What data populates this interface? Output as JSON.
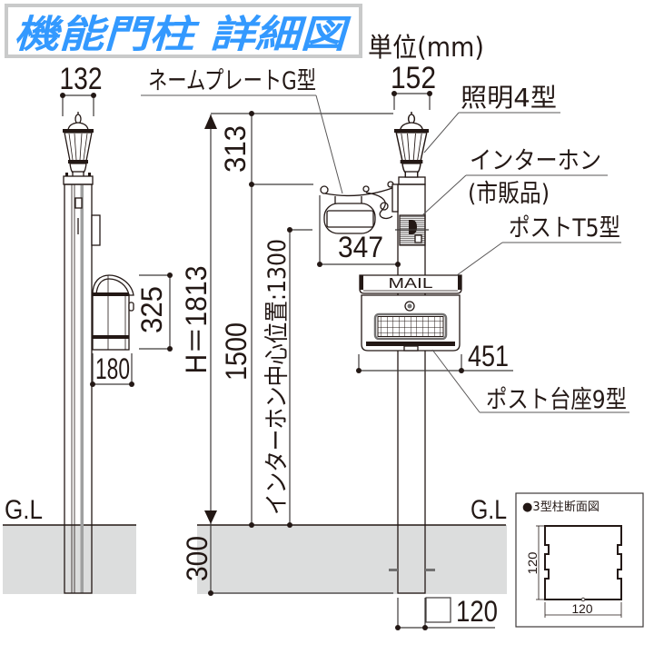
{
  "title": "機能門柱 詳細図",
  "unit_label": "単位(mm)",
  "colors": {
    "title_text": "#3399ff",
    "title_border": "#c9caca",
    "ground_fill": "#dcdddd",
    "line": "#231815"
  },
  "side_view": {
    "lamp_width": "132",
    "mailbox_height": "325",
    "mailbox_depth": "180",
    "ground_level": "G.L"
  },
  "height_dimensions": {
    "total_height": "H＝1813",
    "lamp_section": "313",
    "nameplate_height": "1500",
    "interphone_center": "インターホン中心位置:1300",
    "burial_depth": "300"
  },
  "front_view": {
    "lamp_width": "152",
    "nameplate_width": "347",
    "mailbox_width": "451",
    "post_size": "120",
    "mailbox_text": "MAIL",
    "ground_level": "G.L"
  },
  "callouts": {
    "nameplate": "ネームプレートG型",
    "lighting": "照明4型",
    "interphone": "インターホン",
    "interphone_note": "(市販品)",
    "mailbox": "ポストT5型",
    "mailbox_base": "ポスト台座9型"
  },
  "cross_section": {
    "title": "●3型柱断面図",
    "height": "120",
    "width": "120"
  }
}
